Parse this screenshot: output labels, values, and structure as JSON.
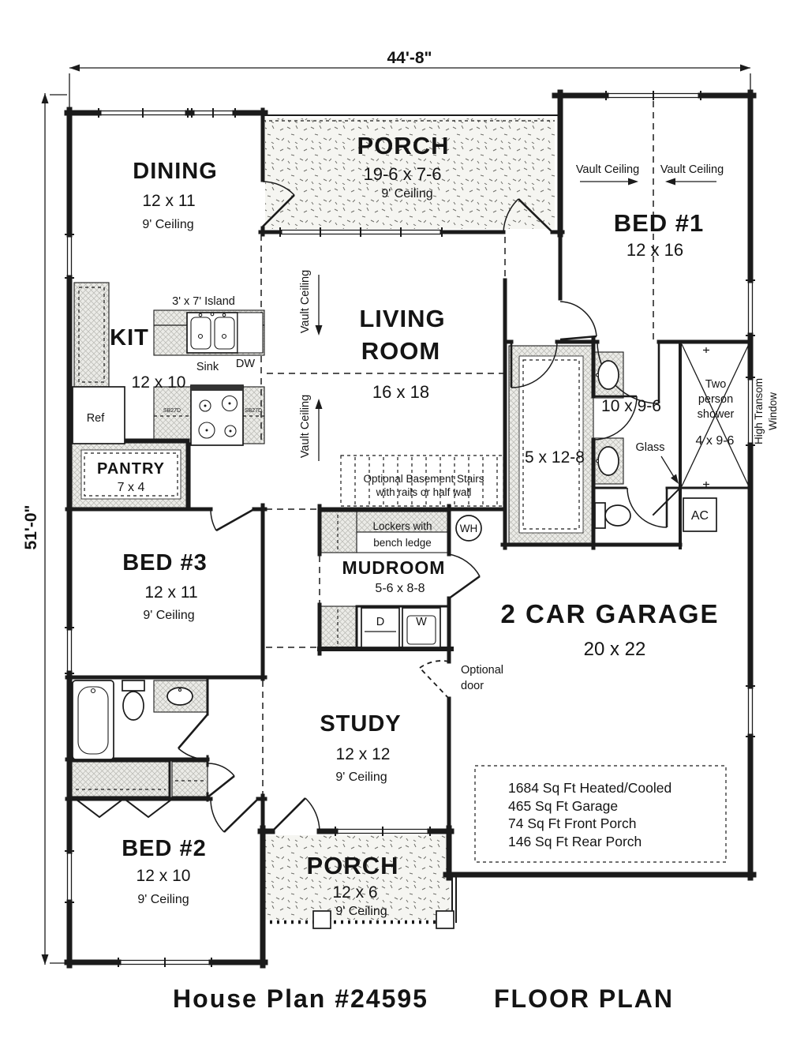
{
  "dims": {
    "width": "44'-8\"",
    "height": "51'-0\""
  },
  "rooms": {
    "dining": {
      "name": "DINING",
      "size": "12 x 11",
      "ceiling": "9' Ceiling"
    },
    "rear_porch": {
      "name": "PORCH",
      "size": "19-6 x 7-6",
      "ceiling": "9' Ceiling"
    },
    "bed1": {
      "name": "BED #1",
      "size": "12 x 16"
    },
    "living": {
      "name_line1": "LIVING",
      "name_line2": "ROOM",
      "size": "16 x 18"
    },
    "kitchen": {
      "name": "KIT",
      "size": "12 x 10"
    },
    "pantry": {
      "name": "PANTRY",
      "size": "7 x 4"
    },
    "bed3": {
      "name": "BED #3",
      "size": "12 x 11",
      "ceiling": "9' Ceiling"
    },
    "bed2": {
      "name": "BED #2",
      "size": "12 x 10",
      "ceiling": "9' Ceiling"
    },
    "study": {
      "name": "STUDY",
      "size": "12 x 12",
      "ceiling": "9' Ceiling"
    },
    "front_porch": {
      "name": "PORCH",
      "size": "12 x 6",
      "ceiling": "9' Ceiling"
    },
    "garage": {
      "name": "2 CAR GARAGE",
      "size": "20 x 22"
    },
    "mudroom": {
      "name": "MUDROOM",
      "size": "5-6 x 8-8"
    },
    "master_bath": {
      "size": "10 x 9-6"
    },
    "master_closet": {
      "size": "5 x 12-8"
    },
    "shower": {
      "line1": "Two",
      "line2": "person",
      "line3": "shower",
      "size": "4 x 9-6"
    }
  },
  "labels": {
    "vault": "Vault Ceiling",
    "island": "3' x 7' Island",
    "sink": "Sink",
    "dw": "DW",
    "ref": "Ref",
    "cab": "SB27D",
    "stairs1": "Optional Basement Stairs",
    "stairs2": "with rails or half wall",
    "lockers1": "Lockers with",
    "lockers2": "bench ledge",
    "wh": "WH",
    "d": "D",
    "w": "W",
    "ac": "AC",
    "glass": "Glass",
    "opt1": "Optional",
    "opt2": "door",
    "transom1": "High Transom",
    "transom2": "Window"
  },
  "stats": {
    "l1": "1684 Sq Ft Heated/Cooled",
    "l2": "465 Sq Ft Garage",
    "l3": "74 Sq Ft Front Porch",
    "l4": "146 Sq Ft Rear Porch"
  },
  "title": {
    "plan": "House Plan #24595",
    "sheet": "FLOOR PLAN"
  }
}
